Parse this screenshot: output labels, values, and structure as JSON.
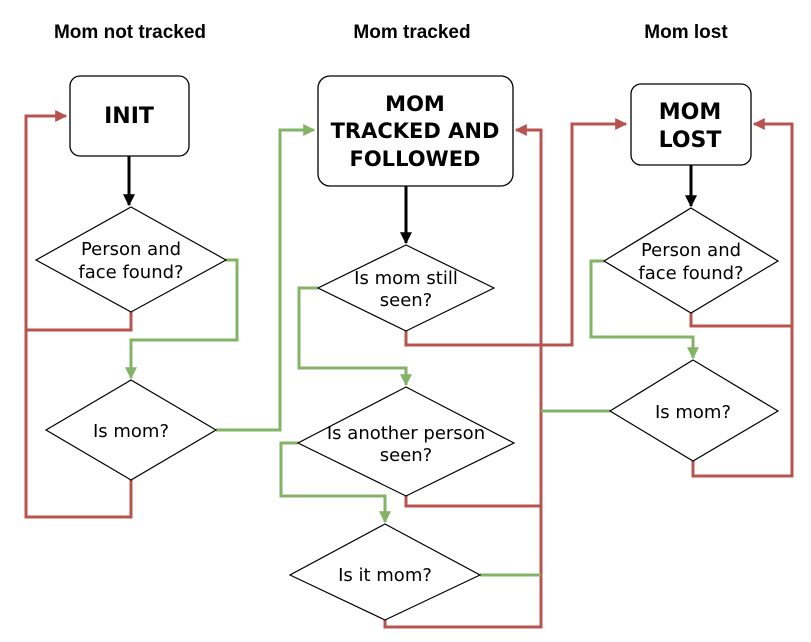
{
  "headers": {
    "mom_not_tracked": "Mom not tracked",
    "mom_tracked": "Mom tracked",
    "mom_lost": "Mom lost"
  },
  "states": {
    "init": "INIT",
    "mom_tracked_line1": "MOM",
    "mom_tracked_line2": "TRACKED AND",
    "mom_tracked_line3": "FOLLOWED",
    "mom_lost_line1": "MOM",
    "mom_lost_line2": "LOST"
  },
  "decisions": {
    "col1_person_face_line1": "Person and",
    "col1_person_face_line2": "face found?",
    "col1_is_mom": "Is mom?",
    "mom_still_seen_line1": "Is mom still",
    "mom_still_seen_line2": "seen?",
    "another_person_line1": "Is another person",
    "another_person_line2": "seen?",
    "is_it_mom": "Is it mom?",
    "col3_person_face_line1": "Person and",
    "col3_person_face_line2": "face found?",
    "col3_is_mom": "Is mom?"
  },
  "colors": {
    "yes_edge": "#82b366",
    "no_edge": "#b85450",
    "flow_edge": "#000000"
  }
}
